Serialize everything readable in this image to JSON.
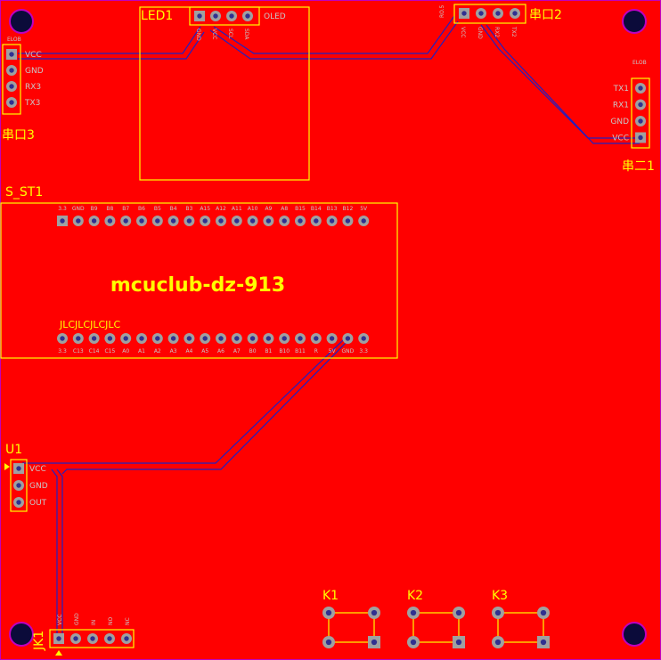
{
  "colors": {
    "board": "#ff0000",
    "outline": "#c000c0",
    "silk": "#ffff00",
    "trace": "#2020c0",
    "pad": "#a0a0a0",
    "pin_text": "#c8c8c8"
  },
  "components": {
    "led1": {
      "ref": "LED1",
      "label": "OLED",
      "pins": [
        "GND",
        "VCC",
        "SCL",
        "SDA"
      ]
    },
    "uart3": {
      "ref": "串口3",
      "header": "ELOB",
      "pins": [
        "VCC",
        "GND",
        "RX3",
        "TX3"
      ]
    },
    "uart2": {
      "ref": "串口2",
      "header": "RO.5",
      "pins": [
        "VCC",
        "GND",
        "RX2",
        "TX2"
      ]
    },
    "uart1": {
      "ref": "串二1",
      "header": "ELOB",
      "pins": [
        "TX1",
        "RX1",
        "GND",
        "VCC"
      ]
    },
    "module": {
      "ref": "S_ST1",
      "title": "mcuclub-dz-913",
      "silk_text": "JLCJLCJLCJLC",
      "top_pins": [
        "3.3",
        "GND",
        "B9",
        "B8",
        "B7",
        "B6",
        "B5",
        "B4",
        "B3",
        "A15",
        "A12",
        "A11",
        "A10",
        "A9",
        "A8",
        "B15",
        "B14",
        "B13",
        "B12",
        "5V"
      ],
      "bottom_pins": [
        "3.3",
        "C13",
        "C14",
        "C15",
        "A0",
        "A1",
        "A2",
        "A3",
        "A4",
        "A5",
        "A6",
        "A7",
        "B0",
        "B1",
        "B10",
        "B11",
        "R",
        "5V",
        "GND",
        "3.3"
      ]
    },
    "u1": {
      "ref": "U1",
      "pins": [
        "VCC",
        "GND",
        "OUT"
      ]
    },
    "jk1": {
      "ref": "JK1",
      "pins": [
        "VCC",
        "GND",
        "IN",
        "NO",
        "NC"
      ]
    },
    "k1": {
      "ref": "K1"
    },
    "k2": {
      "ref": "K2"
    },
    "k3": {
      "ref": "K3"
    }
  }
}
